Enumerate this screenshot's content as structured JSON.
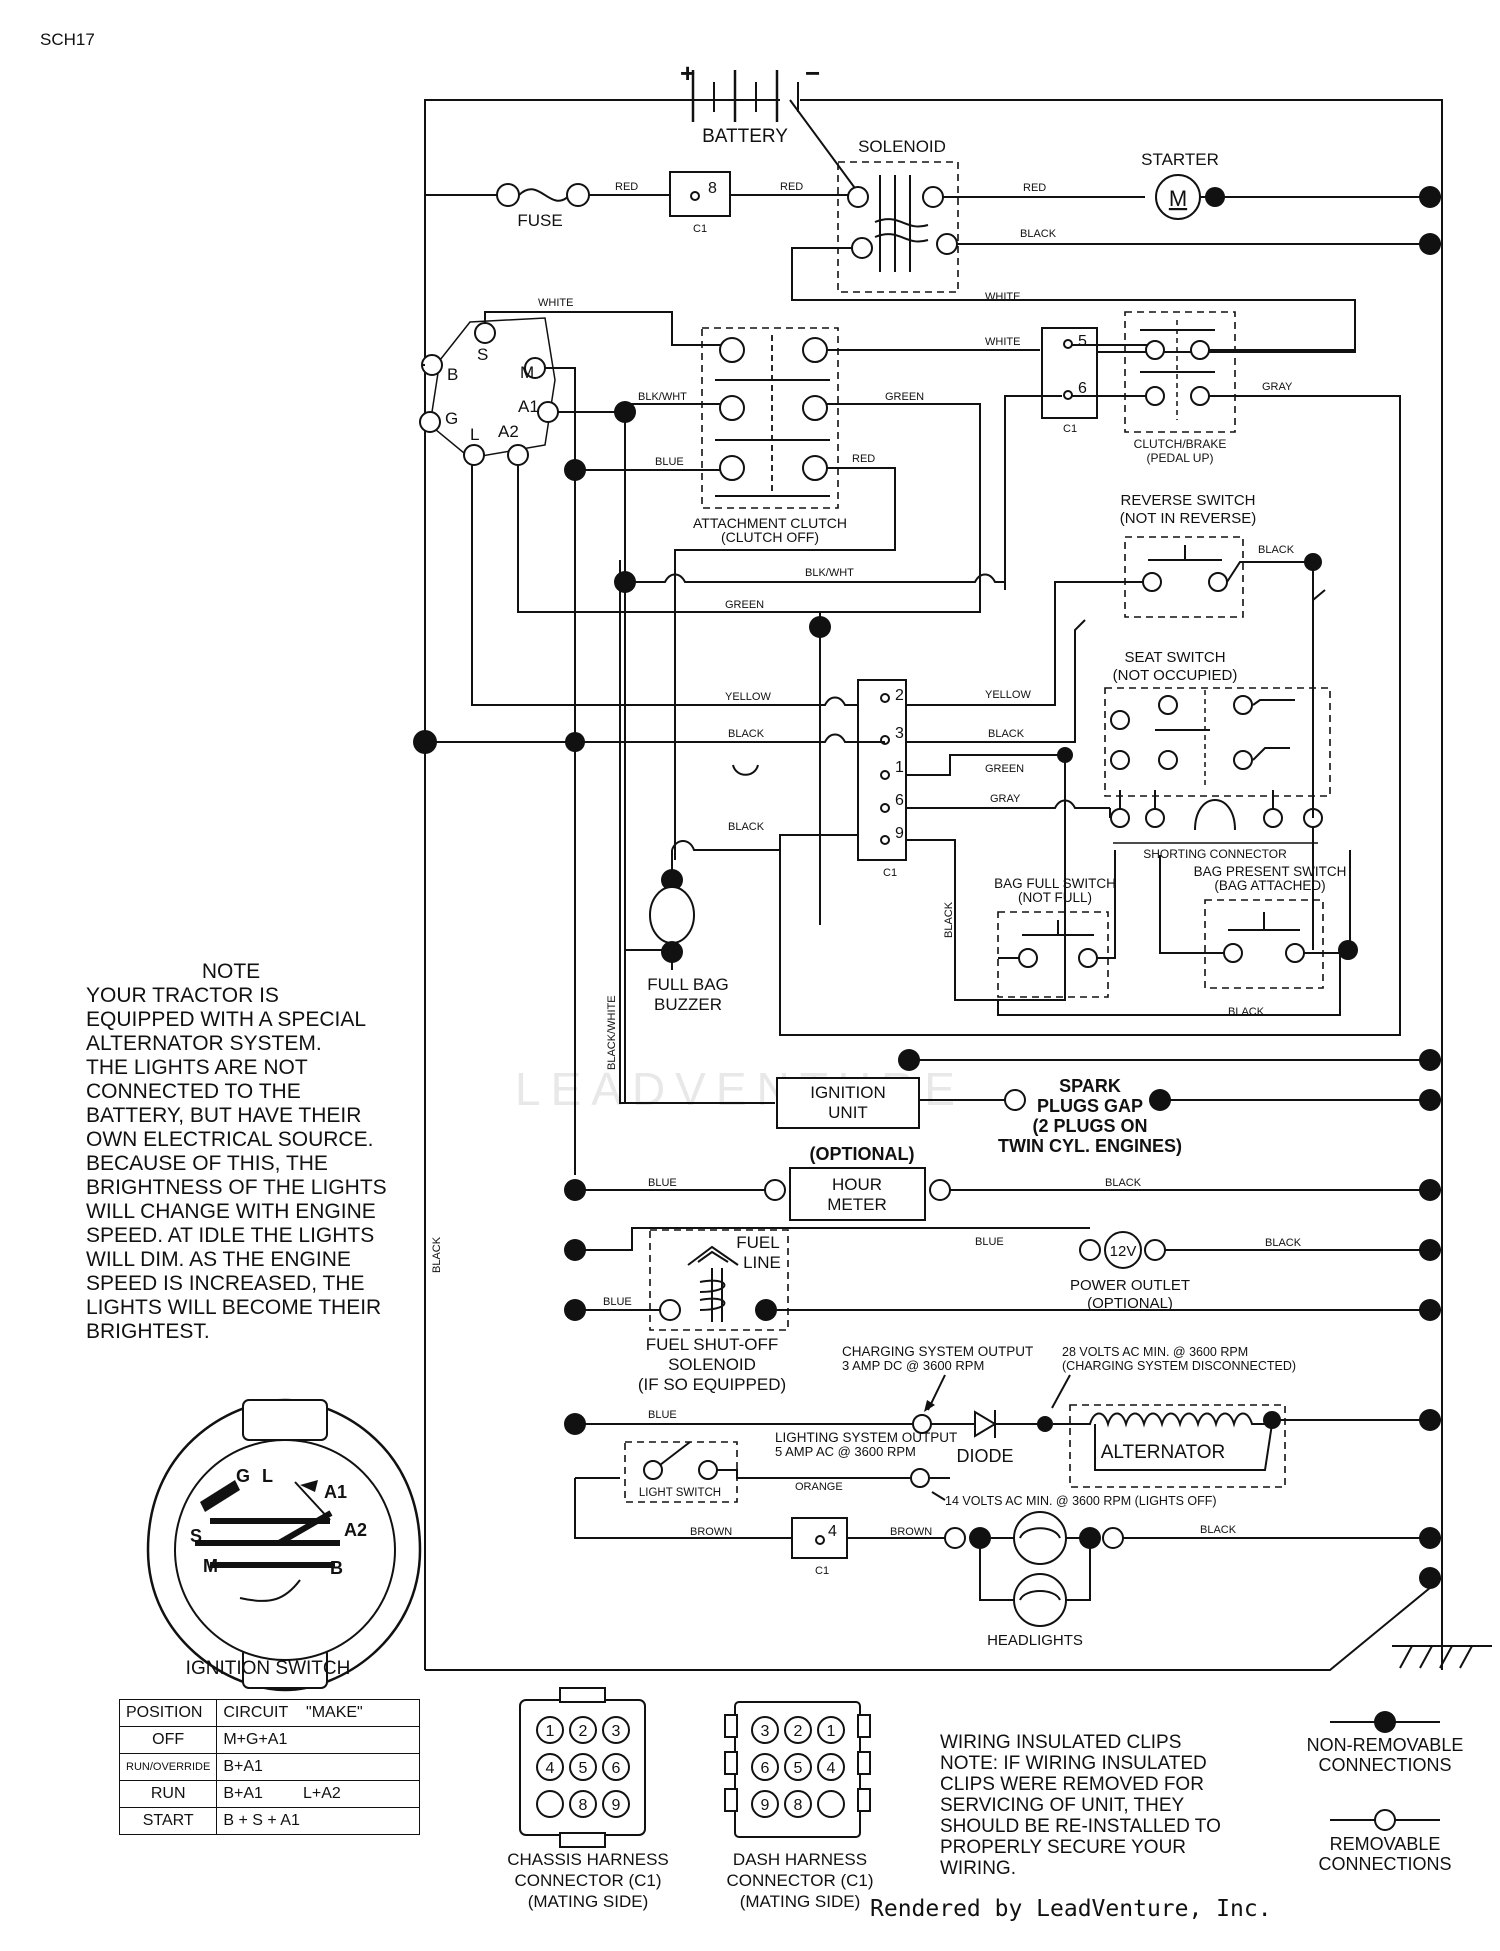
{
  "page_code": "SCH17",
  "credit": "Rendered by LeadVenture, Inc.",
  "watermark": "LEADVENTURE",
  "components": {
    "battery": "BATTERY",
    "battery_pos": "+",
    "battery_neg": "−",
    "solenoid": "SOLENOID",
    "starter": "STARTER",
    "starter_symbol": "M",
    "fuse": "FUSE",
    "attachment_clutch": [
      "ATTACHMENT CLUTCH",
      "(CLUTCH OFF)"
    ],
    "clutch_brake": [
      "CLUTCH/BRAKE",
      "(PEDAL UP)"
    ],
    "reverse_switch": [
      "REVERSE SWITCH",
      "(NOT IN REVERSE)"
    ],
    "seat_switch": [
      "SEAT SWITCH",
      "(NOT OCCUPIED)"
    ],
    "shorting_connector": "SHORTING CONNECTOR",
    "bag_full_switch": [
      "BAG FULL SWITCH",
      "(NOT FULL)"
    ],
    "bag_present_switch": [
      "BAG PRESENT SWITCH",
      "(BAG ATTACHED)"
    ],
    "full_bag_buzzer": [
      "FULL BAG",
      "BUZZER"
    ],
    "ignition_unit": [
      "IGNITION",
      "UNIT"
    ],
    "spark_plugs": [
      "SPARK",
      "PLUGS GAP",
      "(2 PLUGS ON",
      "TWIN CYL. ENGINES)"
    ],
    "hour_meter": [
      "(OPTIONAL)",
      "HOUR",
      "METER"
    ],
    "fuel_line": [
      "FUEL",
      "LINE"
    ],
    "fuel_solenoid": [
      "FUEL SHUT-OFF",
      "SOLENOID",
      "(IF SO EQUIPPED)"
    ],
    "power_outlet": [
      "12V",
      "POWER OUTLET",
      "(OPTIONAL)"
    ],
    "charging_output": [
      "CHARGING SYSTEM OUTPUT",
      "3 AMP DC @ 3600 RPM"
    ],
    "ac_28v": [
      "28 VOLTS AC MIN. @ 3600 RPM",
      "(CHARGING SYSTEM DISCONNECTED)"
    ],
    "diode": "DIODE",
    "alternator": "ALTERNATOR",
    "lighting_output": [
      "LIGHTING SYSTEM OUTPUT",
      "5 AMP AC @ 3600 RPM"
    ],
    "ac_14v": "14 VOLTS AC MIN. @ 3600 RPM (LIGHTS OFF)",
    "light_switch": "LIGHT SWITCH",
    "headlights": "HEADLIGHTS",
    "c1": "C1",
    "ignition_terminals": [
      "B",
      "S",
      "M",
      "G",
      "A1",
      "L",
      "A2"
    ],
    "c1_pins_main": [
      "2",
      "3",
      "1",
      "6",
      "9"
    ],
    "c1_pins_top": [
      "5",
      "6"
    ],
    "c1_pin_fuse": "8",
    "c1_pin_lights": "4"
  },
  "wire_labels": {
    "red": "RED",
    "black": "BLACK",
    "white": "WHITE",
    "green": "GREEN",
    "gray": "GRAY",
    "blue": "BLUE",
    "blkwht": "BLK/WHT",
    "yellow": "YELLOW",
    "orange": "ORANGE",
    "brown": "BROWN",
    "black_white": "BLACK/WHITE"
  },
  "note": {
    "title": "NOTE",
    "body": "YOUR TRACTOR IS\nEQUIPPED WITH A SPECIAL\nALTERNATOR SYSTEM.\nTHE LIGHTS ARE NOT\nCONNECTED TO THE\nBATTERY, BUT HAVE THEIR\nOWN ELECTRICAL SOURCE.\nBECAUSE OF THIS, THE\nBRIGHTNESS OF THE LIGHTS\nWILL CHANGE WITH ENGINE\nSPEED.  AT IDLE THE LIGHTS\nWILL DIM.  AS THE ENGINE\nSPEED IS INCREASED,  THE\nLIGHTS WILL BECOME THEIR\nBRIGHTEST."
  },
  "ignition_switch": {
    "title": "IGNITION SWITCH",
    "face_labels": [
      "G",
      "L",
      "A1",
      "A2",
      "S",
      "M",
      "B"
    ],
    "table_headers": [
      "POSITION",
      "CIRCUIT",
      "\"MAKE\""
    ],
    "rows": [
      {
        "position": "OFF",
        "circuit": "M+G+A1",
        "make": ""
      },
      {
        "position": "RUN/OVERRIDE",
        "circuit": "B+A1",
        "make": ""
      },
      {
        "position": "RUN",
        "circuit": "B+A1",
        "make": "L+A2"
      },
      {
        "position": "START",
        "circuit": "B + S + A1",
        "make": ""
      }
    ]
  },
  "connectors": {
    "chassis": {
      "label": [
        "CHASSIS HARNESS",
        "CONNECTOR (C1)",
        "(MATING SIDE)"
      ],
      "pins": [
        "1",
        "2",
        "3",
        "4",
        "5",
        "6",
        "",
        "8",
        "9"
      ]
    },
    "dash": {
      "label": [
        "DASH HARNESS",
        "CONNECTOR (C1)",
        "(MATING SIDE)"
      ],
      "pins": [
        "3",
        "2",
        "1",
        "6",
        "5",
        "4",
        "9",
        "8",
        ""
      ]
    }
  },
  "clip_note": "WIRING INSULATED CLIPS\nNOTE: IF WIRING INSULATED\nCLIPS WERE REMOVED FOR\nSERVICING OF UNIT, THEY\nSHOULD BE RE-INSTALLED TO\nPROPERLY SECURE YOUR\nWIRING.",
  "legend": {
    "non_removable": [
      "NON-REMOVABLE",
      "CONNECTIONS"
    ],
    "removable": [
      "REMOVABLE",
      "CONNECTIONS"
    ]
  }
}
